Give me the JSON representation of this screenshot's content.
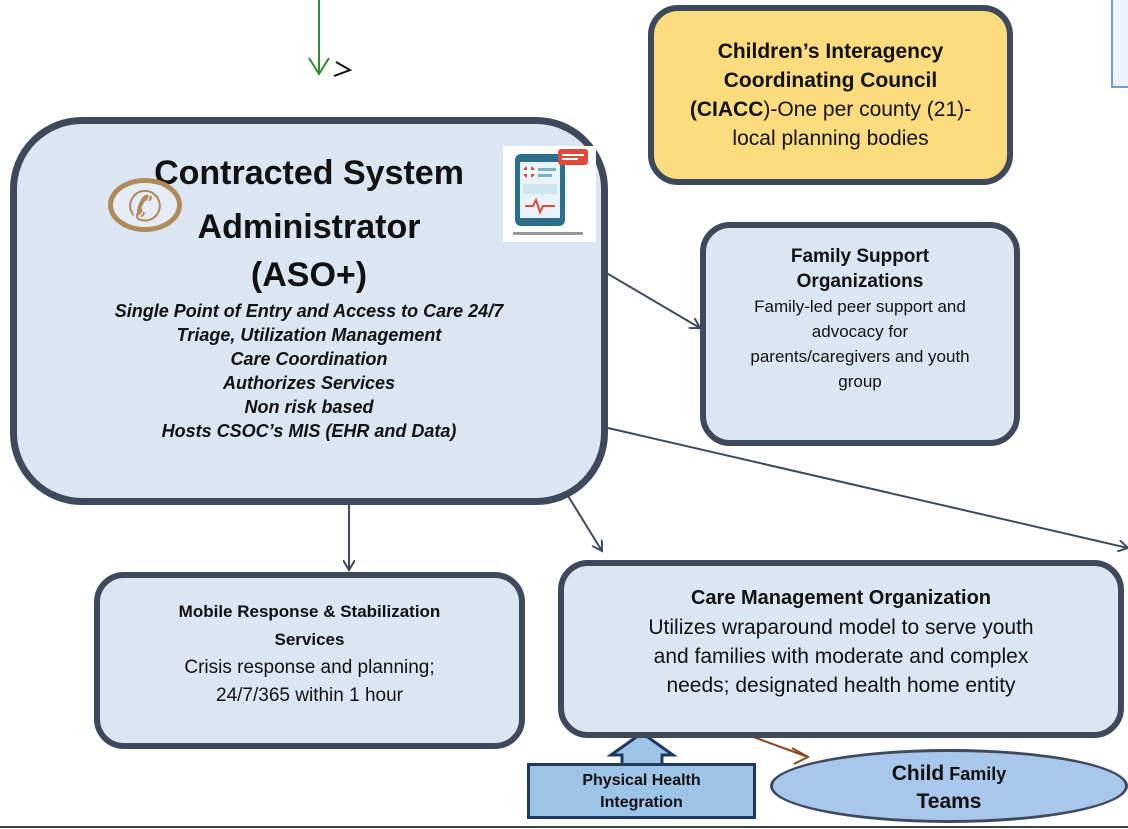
{
  "colors": {
    "box_fill": "#dce6f2",
    "box_border": "#3e4a5c",
    "ciacc_fill": "#fddc7e",
    "phi_fill": "#9dc3e6",
    "cft_fill": "#a9c7ea",
    "top_arrow": "#2e8b2e",
    "brown_arrow": "#8b4a1a"
  },
  "icons": [
    "phone-icon",
    "medical-tablet-icon"
  ],
  "main": {
    "title_line1": "Contracted System",
    "title_line2": "Administrator",
    "title_line3": "(ASO+)",
    "items": [
      "Single Point of Entry and Access to Care 24/7",
      "Triage, Utilization Management",
      "Care Coordination",
      "Authorizes Services",
      "Non risk based",
      "Hosts CSOC’s MIS (EHR and Data)"
    ]
  },
  "ciacc": {
    "line1": "Children’s Interagency",
    "line2": "Coordinating Council",
    "abbr": "(CIACC",
    "line3_rest": ")-One per county (21)-",
    "line4": "local planning bodies"
  },
  "fso": {
    "title1": "Family Support",
    "title2": "Organizations",
    "desc1": "Family-led peer support and",
    "desc2": "advocacy for",
    "desc3": "parents/caregivers and youth",
    "desc4": "group"
  },
  "mrss": {
    "title1": "Mobile Response & Stabilization",
    "title2": "Services",
    "desc1": "Crisis response and planning;",
    "desc2": "24/7/365 within 1 hour"
  },
  "cmo": {
    "title": "Care Management Organization",
    "desc1": "Utilizes wraparound model to serve youth",
    "desc2": "and families with moderate and complex",
    "desc3": "needs; designated health home entity"
  },
  "phi": {
    "line1": "Physical Health",
    "line2": "Integration"
  },
  "cft": {
    "child": "Child",
    "family": " Family",
    "teams": "Teams"
  }
}
